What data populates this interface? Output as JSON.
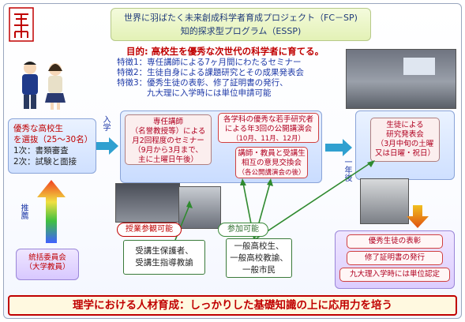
{
  "header": {
    "title_line1": "世界に羽ばたく未来創成科学者育成プロジェクト（FC－SP)",
    "title_line2": "知的探求型プログラム（ESSP)"
  },
  "goal": "目的: 高校生を優秀な次世代の科学者に育てる。",
  "features": [
    "特徴1：専任講師による7ヶ月間にわたるセミナー",
    "特徴2：生徒自身による課題研究とその成果発表会",
    "特徴3：優秀生徒の表彰、修了証明書の発行、",
    "九大理に入学時には単位申請可能"
  ],
  "selection": {
    "title_line1": "優秀な高校生",
    "title_line2": "を選抜（25～30名）",
    "step1": "1次：書類審査",
    "step2": "2次：試験と面接"
  },
  "labels": {
    "admission": "入学",
    "recommend": "推薦",
    "one_year_later": "一年後",
    "audit_allowed": "授業参観可能",
    "participation_allowed": "参加可能"
  },
  "committee": {
    "line1": "統括委員会",
    "line2": "（大学教員）"
  },
  "seminar": {
    "line1": "専任講師",
    "line2": "（名誉教授等）による",
    "line3": "月2回程度のセミナー",
    "line4": "（9月から3月まで、",
    "line5": "主に土曜日午後）"
  },
  "lecture": {
    "line1": "各学科の優秀な若手研究者",
    "line2": "による年3回の公開講演会",
    "line3": "（10月、11月、12月）"
  },
  "exchange": {
    "line1": "講師・教員と受講生",
    "line2": "相互の意見交換会",
    "line3": "（各公開講演会の後）"
  },
  "presentation": {
    "line1": "生徒による",
    "line2": "研究発表会",
    "line3": "（3月中旬の土曜",
    "line4": "又は日曜・祝日）"
  },
  "parents": {
    "line1": "受講生保護者、",
    "line2": "受講生指導教諭"
  },
  "public": {
    "line1": "一般高校生、",
    "line2": "一般高校教諭、",
    "line3": "一般市民"
  },
  "outcomes": [
    "優秀生徒の表彰",
    "修了証明書の発行",
    "九大理入学時には単位認定"
  ],
  "banner": "理学における人材育成：しっかりした基礎知識の上に応用力を培う",
  "colors": {
    "accent_red": "#c00000",
    "accent_blue": "#1f3aa8",
    "arrow_green": "#2f8a2f",
    "arrow_cyan": "#30a0d0"
  }
}
